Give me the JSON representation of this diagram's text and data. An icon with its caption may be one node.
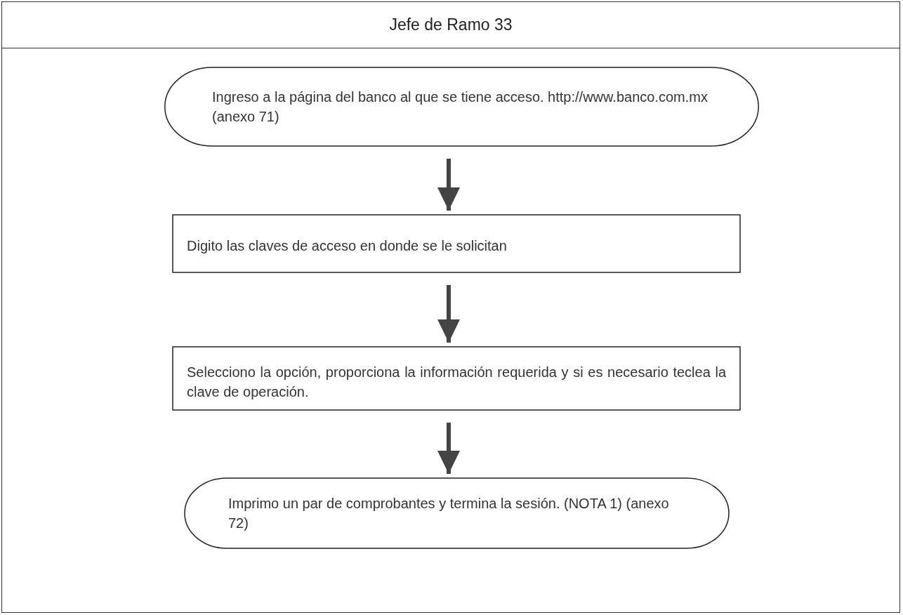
{
  "diagram": {
    "nodes": [
      {
        "text": [
          "Jefe de Ramo 33"
        ]
      },
      {
        "text": [
          "Ingreso a la página del banco al que se tiene acceso. http://www.banco.com.mx (anexo 71)"
        ],
        "in": 0
      },
      {
        "text": [
          "Digito las claves de acceso en donde se le solicitan"
        ],
        "in": 0
      },
      {
        "text": [
          "Selecciono la opción, proporciona la información requerida y si es necesario teclea la clave de operación."
        ],
        "in": 0
      },
      {
        "text": [
          "Imprimo un par de comprobantes y termina la sesión. (NOTA 1) (anexo 72)"
        ],
        "in": 0
      }
    ],
    "edges": [
      {
        "from": 1,
        "to": 2,
        "arrow": "to"
      },
      {
        "from": 2,
        "to": 3,
        "arrow": "to"
      },
      {
        "from": 3,
        "to": 4,
        "arrow": "to"
      }
    ]
  }
}
